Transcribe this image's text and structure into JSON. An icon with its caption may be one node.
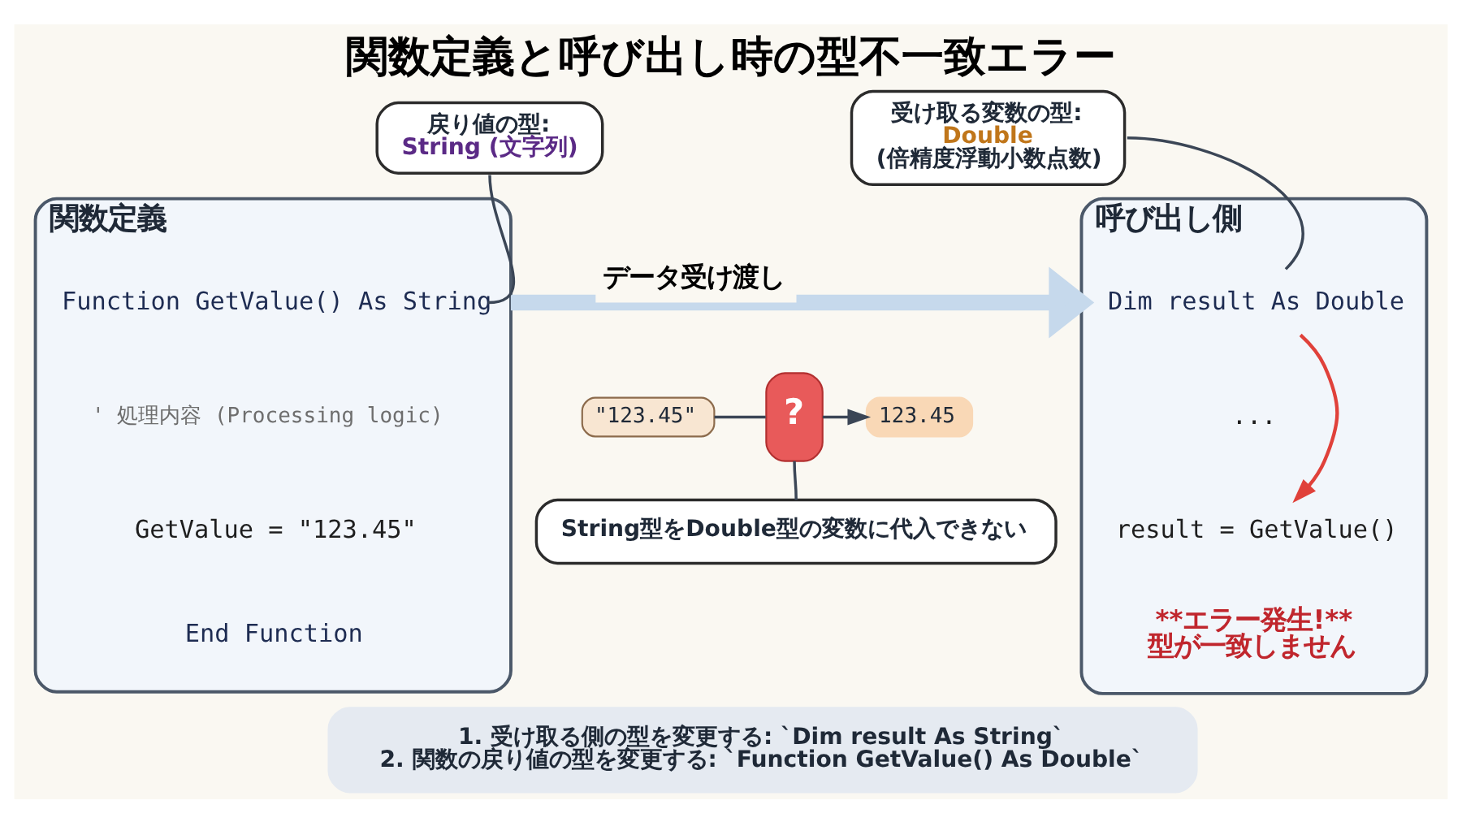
{
  "diagram": {
    "title": "関数定義と呼び出し時の型不一致エラー",
    "nodes": [
      {
        "text": [
          "関数定義"
        ]
      },
      {
        "text": [
          "Function GetValue() As String"
        ],
        "in": 0
      },
      {
        "text": [
          "' 処理内容 (Processing logic)"
        ],
        "in": 0
      },
      {
        "text": [
          "GetValue = \"123.45\""
        ],
        "in": 0
      },
      {
        "text": [
          "End Function"
        ],
        "in": 0
      },
      {
        "text": [
          "戻り値の型:",
          "String (文字列)"
        ]
      },
      {
        "text": [
          "\"123.45\""
        ]
      },
      {
        "text": [
          "?"
        ]
      },
      {
        "text": [
          "123.45"
        ]
      },
      {
        "text": [
          "String型をDouble型の変数に代入できない"
        ]
      },
      {
        "text": [
          "呼び出し側"
        ]
      },
      {
        "text": [
          "Dim result As Double"
        ],
        "in": 10
      },
      {
        "text": [
          "..."
        ],
        "in": 10
      },
      {
        "text": [
          "result = GetValue()"
        ],
        "in": 10
      },
      {
        "text": [
          "**エラー発生!**",
          "型が一致しません"
        ],
        "in": 10
      },
      {
        "text": [
          "受け取る変数の型:",
          "Double",
          "(倍精度浮動小数点数)"
        ]
      },
      {
        "text": [
          "1. 受け取る側の型を変更する: `Dim result As String`",
          "2. 関数の戻り値の型を変更する: `Function GetValue() As Double`"
        ]
      }
    ],
    "edges": [
      {
        "from": 0,
        "to": 10,
        "arrow": "to",
        "label": "データ受け渡し",
        "style": "thick",
        "color": "#c6d9ec"
      },
      {
        "from": 6,
        "to": 7,
        "arrow": "none"
      },
      {
        "from": 7,
        "to": 8,
        "arrow": "to"
      },
      {
        "from": 5,
        "to": 1,
        "arrow": "none"
      },
      {
        "from": 9,
        "to": 7,
        "arrow": "none"
      },
      {
        "from": 15,
        "to": 11,
        "arrow": "none"
      },
      {
        "from": 11,
        "to": 13,
        "arrow": "to",
        "color": "#e0413a"
      }
    ]
  }
}
